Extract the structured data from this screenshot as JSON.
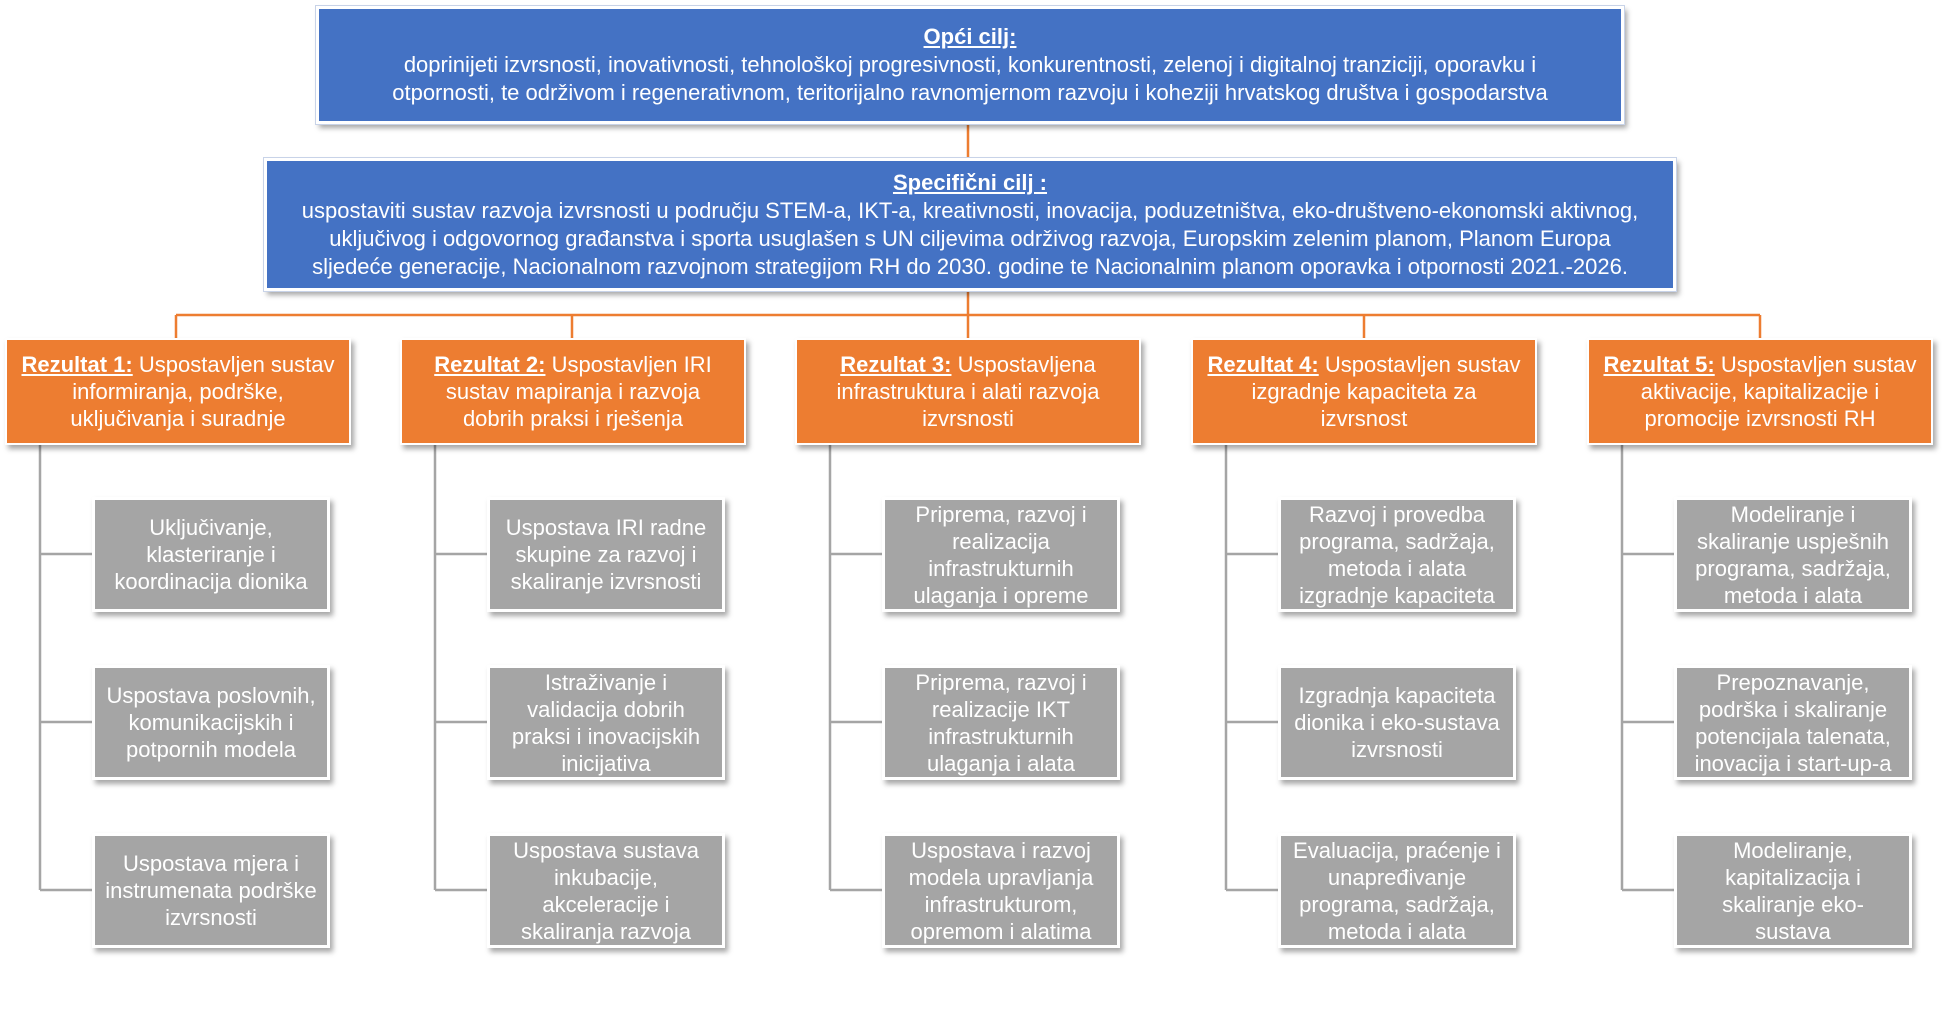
{
  "general_goal": {
    "title": "Opći cilj:",
    "lines": [
      "doprinijeti izvrsnosti, inovativnosti, tehnološkoj progresivnosti, konkurentnosti, zelenoj i digitalnoj tranziciji, oporavku i",
      "otpornosti, te održivom i regenerativnom, teritorijalno ravnomjernom razvoju i koheziji hrvatskog društva i gospodarstva"
    ]
  },
  "specific_goal": {
    "title": "Specifični cilj :",
    "lines": [
      "uspostaviti sustav razvoja izvrsnosti u području STEM-a, IKT-a, kreativnosti, inovacija, poduzetništva, eko-društveno-ekonomski aktivnog,",
      "uključivog i odgovornog građanstva i sporta usuglašen s UN ciljevima održivog razvoja, Europskim zelenim planom, Planom Europa",
      "sljedeće generacije, Nacionalnom razvojnom strategijom RH do 2030. godine te Nacionalnim planom oporavka i otpornosti 2021.-2026."
    ]
  },
  "results": [
    {
      "label": "Rezultat 1:",
      "lines": [
        "Uspostavljen sustav",
        "informiranja, podrške,",
        "uključivanja i suradnje"
      ],
      "activities": [
        [
          "Uključivanje,",
          "klasteriranje i",
          "koordinacija dionika"
        ],
        [
          "Uspostava poslovnih,",
          "komunikacijskih i",
          "potpornih modela"
        ],
        [
          "Uspostava mjera i",
          "instrumenata podrške",
          "izvrsnosti"
        ]
      ]
    },
    {
      "label": "Rezultat 2:",
      "lines": [
        "Uspostavljen IRI",
        "sustav mapiranja i razvoja",
        "dobrih praksi i rješenja"
      ],
      "activities": [
        [
          "Uspostava IRI radne",
          "skupine za razvoj i",
          "skaliranje izvrsnosti"
        ],
        [
          "Istraživanje i",
          "validacija dobrih",
          "praksi i inovacijskih",
          "inicijativa"
        ],
        [
          "Uspostava sustava",
          "inkubacije,",
          "akceleracije i",
          "skaliranja razvoja"
        ]
      ]
    },
    {
      "label": "Rezultat 3:",
      "lines": [
        "Uspostavljena",
        "infrastruktura i alati razvoja",
        "izvrsnosti"
      ],
      "activities": [
        [
          "Priprema, razvoj i",
          "realizacija",
          "infrastrukturnih",
          "ulaganja i opreme"
        ],
        [
          "Priprema, razvoj i",
          "realizacije IKT",
          "infrastrukturnih",
          "ulaganja i alata"
        ],
        [
          "Uspostava i razvoj",
          "modela upravljanja",
          "infrastrukturom,",
          "opremom i alatima"
        ]
      ]
    },
    {
      "label": "Rezultat 4:",
      "lines": [
        "Uspostavljen sustav",
        "izgradnje kapaciteta za",
        "izvrsnost"
      ],
      "activities": [
        [
          "Razvoj i provedba",
          "programa, sadržaja,",
          "metoda i alata",
          "izgradnje kapaciteta"
        ],
        [
          "Izgradnja kapaciteta",
          "dionika i eko-sustava",
          "izvrsnosti"
        ],
        [
          "Evaluacija, praćenje i",
          "unapređivanje",
          "programa, sadržaja,",
          "metoda i alata"
        ]
      ]
    },
    {
      "label": "Rezultat 5:",
      "lines": [
        "Uspostavljen sustav",
        "aktivacije, kapitalizacije i",
        "promocije izvrsnosti RH"
      ],
      "activities": [
        [
          "Modeliranje i",
          "skaliranje uspješnih",
          "programa, sadržaja,",
          "metoda i alata"
        ],
        [
          "Prepoznavanje,",
          "podrška i skaliranje",
          "potencijala talenata,",
          "inovacija i start-up-a"
        ],
        [
          "Modeliranje,",
          "kapitalizacija i",
          "skaliranje eko-sustava"
        ]
      ]
    }
  ],
  "colors": {
    "goal_blue": "#4472C4",
    "result_orange": "#ED7D31",
    "activity_gray": "#A5A5A5",
    "connector_orange": "#ED7D31",
    "connector_gray": "#A5A5A5"
  }
}
